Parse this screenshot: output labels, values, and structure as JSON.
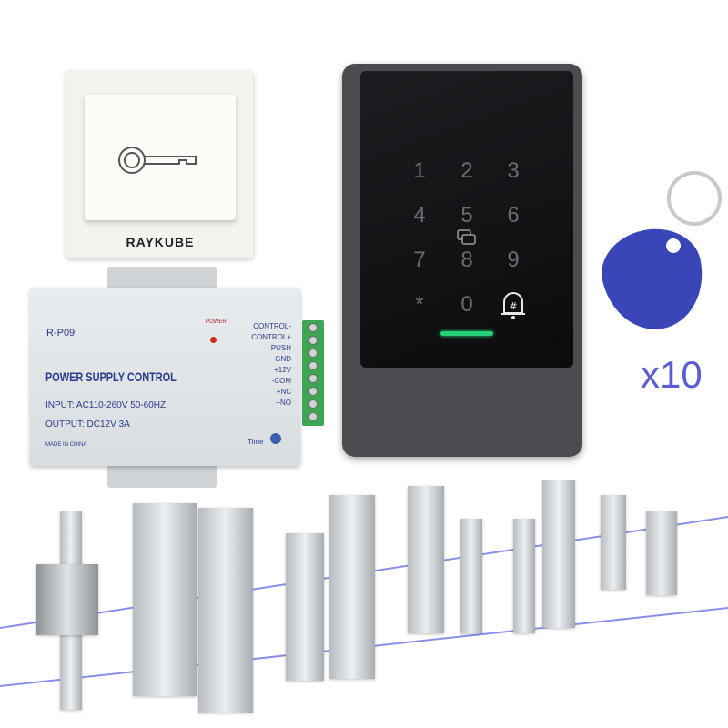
{
  "exit_button": {
    "brand": "RAYKUBE",
    "icon": "key-icon"
  },
  "power_supply": {
    "model": "R-P09",
    "power_label": "POWER",
    "title": "POWER SUPPLY CONTROL",
    "input": "INPUT: AC110-260V 50-60HZ",
    "output": "OUTPUT:  DC12V   3A",
    "made_in": "MADE IN CHINA",
    "time_label": "Time",
    "terminals": [
      "CONTROL-",
      "CONTROL+",
      "PUSH",
      "GND",
      "+12V",
      "-COM",
      "+NC",
      "+NO"
    ]
  },
  "keypad": {
    "keys": [
      "1",
      "2",
      "3",
      "4",
      "5",
      "6",
      "7",
      "8",
      "9",
      "*",
      "0",
      "#"
    ],
    "card_icon": "card-icon",
    "bell_icon": "bell-icon",
    "led_color": "#25d07a"
  },
  "rfid_fob": {
    "quantity_label": "x10",
    "color": "#3a45b8"
  },
  "locks": {
    "items": [
      "electric-strike-lock",
      "electric-bolt-lock",
      "magnetic-lock-bracket",
      "magnetic-lock",
      "magnetic-lock",
      "magnetic-lock-bracket",
      "magnetic-lock-bracket",
      "magnetic-lock",
      "zl-bracket"
    ]
  }
}
